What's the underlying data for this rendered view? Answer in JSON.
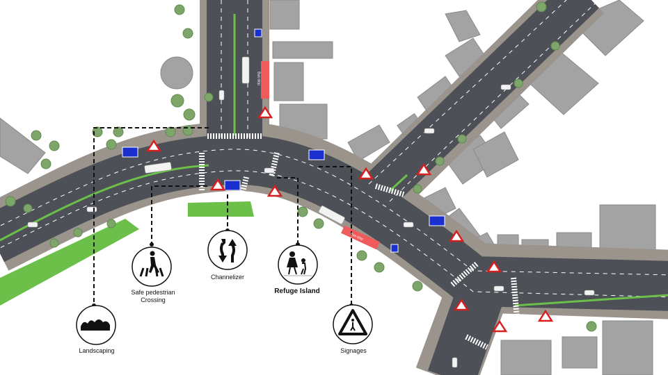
{
  "features": [
    {
      "id": "landscaping",
      "label": "Landscaping",
      "icon": "shrubs-icon"
    },
    {
      "id": "safe-crossing",
      "label": "Safe pedestrian Crossing",
      "icon": "pedestrian-crossing-icon"
    },
    {
      "id": "channelizer",
      "label": "Channelizer",
      "icon": "channelizer-arrows-icon"
    },
    {
      "id": "refuge-island",
      "label": "Refuge Island",
      "icon": "adult-child-pedestrians-icon"
    },
    {
      "id": "signages",
      "label": "Signages",
      "icon": "pedestrian-warning-sign-icon"
    }
  ],
  "bus_stop_label": "Bus stop",
  "colors": {
    "road": "#4d5157",
    "sidewalk": "#9a948c",
    "grass": "#6cc04a",
    "building": "#a3a3a3",
    "tree": "#7fa66a",
    "sign": "#1a2fd0",
    "busstop": "#ef5b5b",
    "warning": "#d62020"
  }
}
